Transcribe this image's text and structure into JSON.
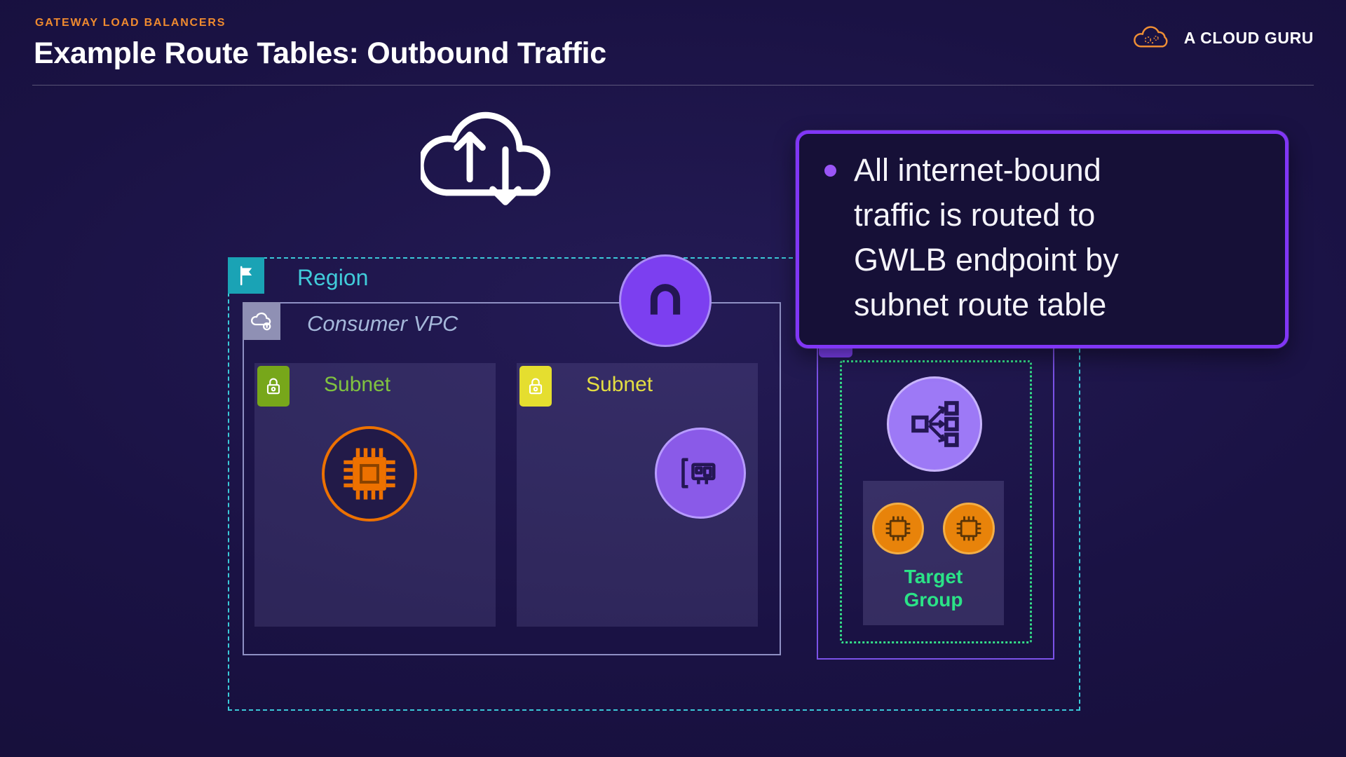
{
  "header": {
    "eyebrow": "GATEWAY LOAD BALANCERS",
    "title": "Example Route Tables: Outbound Traffic",
    "brand": "A CLOUD GURU"
  },
  "callout": {
    "lines": [
      "All internet-bound",
      "traffic is routed to",
      "GWLB endpoint by",
      "subnet route table"
    ]
  },
  "diagram": {
    "region": {
      "label": "Region"
    },
    "consumer_vpc": {
      "label": "Consumer VPC"
    },
    "subnet_left": {
      "label": "Subnet"
    },
    "subnet_right": {
      "label": "Subnet"
    },
    "target_group": {
      "label": "Target\nGroup"
    }
  },
  "icons": {
    "internet": "cloud-with-up-down-arrows",
    "region": "flag-icon",
    "vpc": "cloud-icon",
    "subnet": "lock-icon",
    "instance": "chip-icon",
    "gwlb_endpoint": "network-card-icon",
    "internet_gateway": "arch-gateway-icon",
    "gwlb": "load-balancer-fanout-icon",
    "brand": "acg-cloud-icon"
  },
  "palette": {
    "background": "#1a1244",
    "accent_orange": "#ED7100",
    "eyebrow_orange": "#EF8A2F",
    "region_teal": "#3BC9D8",
    "vpc_border": "#8F90C4",
    "purple": "#8C4FFF",
    "subnet_green": "#77A71A",
    "subnet_yellow": "#E5DE2F",
    "target_green": "#2BE387",
    "callout_border": "#8136F7",
    "text_white": "#F5F4FA"
  }
}
